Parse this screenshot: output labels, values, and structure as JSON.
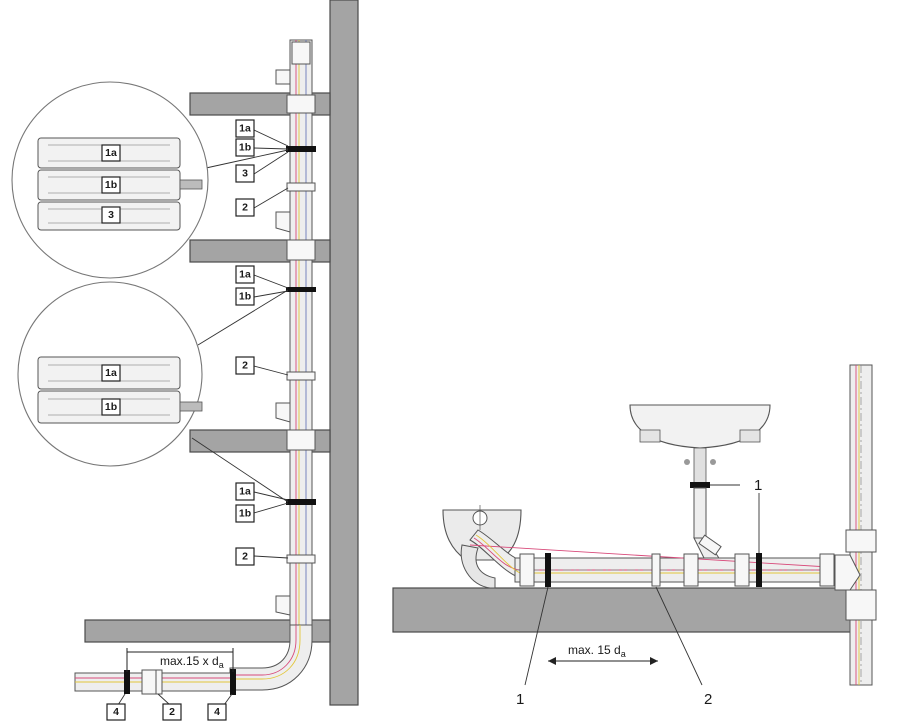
{
  "left_figure": {
    "stack_labels": [
      "1a",
      "1b",
      "3",
      "2",
      "1a",
      "1b",
      "2",
      "1a",
      "1b",
      "2"
    ],
    "bottom_labels": [
      "4",
      "2",
      "4"
    ],
    "dimension": {
      "text": "max.15 x d",
      "subscript": "a"
    }
  },
  "detail_upper": {
    "labels": [
      "1a",
      "1b",
      "3"
    ]
  },
  "detail_lower": {
    "labels": [
      "1a",
      "1b"
    ]
  },
  "right_figure": {
    "callouts": [
      "1",
      "1",
      "2"
    ],
    "dimension": {
      "text": "max. 15 d",
      "subscript": "a"
    }
  },
  "colors": {
    "wall": "#a4a4a4",
    "clamp": "#111111",
    "stripe_red": "#d84a7a",
    "stripe_yellow": "#e3c63a"
  }
}
